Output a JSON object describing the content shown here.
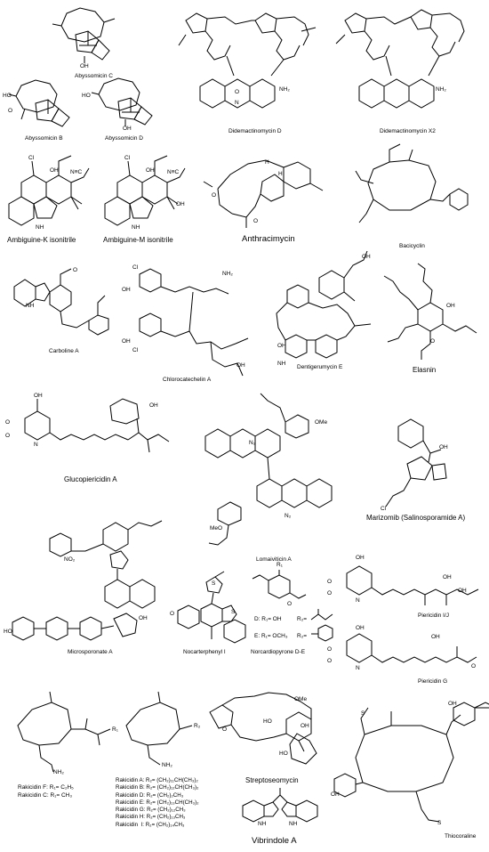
{
  "compounds": {
    "abyssomicin_c": "Abyssomicin C",
    "abyssomicin_b": "Abyssomicin B",
    "abyssomicin_d": "Abyssomicin D",
    "didemactinomycin_d": "Didemactinomycin D",
    "didemactinomycin_x2": "Didemactinomycin X2",
    "ambiguine_k": "Ambiguine-K isonitrile",
    "ambiguine_m": "Ambiguine-M isonitrile",
    "anthracimycin": "Anthracimycin",
    "bacicyclin": "Bacicyclin",
    "carboline_a": "Carboline A",
    "chlorocatechelin_a": "Chlorocatechelin A",
    "dentigerumycin_e": "Dentigerumycin E",
    "elasnin": "Elasnin",
    "glucopiericidin_a": "Glucopiericidin A",
    "lomaiviticin_a": "Lomaiviticin A",
    "marizomib": "Marizomib (Salinosporamide A)",
    "piericidin_ij": "Piericidin I/J",
    "piericidin_g": "Piericidin G",
    "microsporonate_a": "Microsporonate A",
    "nocarterphenyl_i": "Nocarterphenyl I",
    "nocardiopyrone": "Norcardiopyrone D-E",
    "streptoseomycin": "Streptoseomycin",
    "thiocoraline": "Thiocoraline",
    "vibrindole_a": "Vibrindole A"
  },
  "substituents": {
    "nocardiopyrone_d": "D: R₁= OH",
    "nocardiopyrone_e": "E: R₁= OCH₃",
    "nocardiopyrone_r1": "R₁",
    "nocardiopyrone_r2a": "R₂=",
    "nocardiopyrone_r2b": "R₂=",
    "rakicidin_f": "Rakicidin F: R₁= C₂H₅",
    "rakicidin_c": "Rakicidin C: R₁= CH₃",
    "rakicidin_r1": "R₁",
    "rakicidin_r2": "R₂",
    "rakicidin_list": [
      "Rakicidin A: R₂= (CH₂)₁₁CH(CH₃)₂",
      "Rakicidin B: R₂= (CH₂)₁₂CH(CH₃)₂",
      "Rakicidin D: R₂= (CH₂)₂CH₃",
      "Rakicidin E: R₂= (CH₂)₁₃CH(CH₃)₂",
      "Rakicidin G: R₂= (CH₂)₁₂CH₃",
      "Rakicidin H: R₂= (CH₂)₁₃CH₃",
      "Rakicidin  I: R₂= (CH₂)₁₄CH₃"
    ]
  },
  "atoms": {
    "oh": "OH",
    "nh": "NH",
    "nh2": "NH₂",
    "o": "O",
    "n": "N",
    "cl": "Cl",
    "h": "H",
    "s": "S",
    "n2": "N₂",
    "no2": "NO₂",
    "ome": "OMe",
    "meo": "MeO",
    "nc": "N≡C",
    "ho": "HO"
  }
}
